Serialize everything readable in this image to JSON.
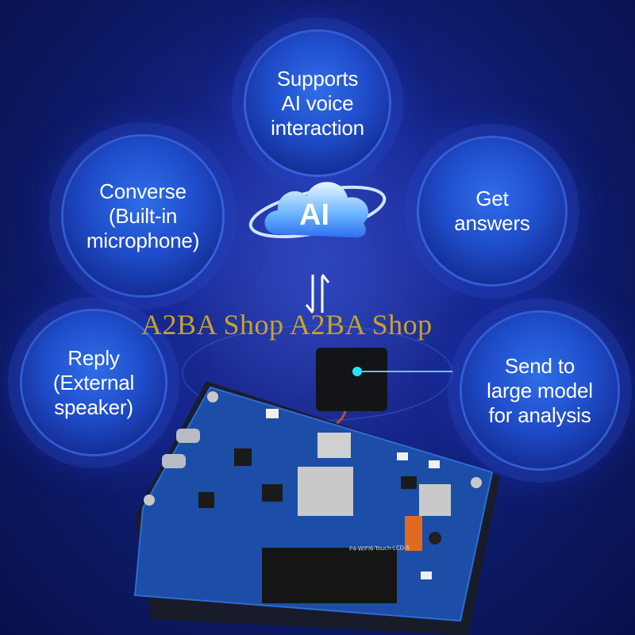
{
  "bubbles": {
    "top": "Supports\nAI voice\ninteraction",
    "left": "Converse\n(Built-in\nmicrophone)",
    "right": "Get\nanswers",
    "bottom_left": "Reply\n(External\nspeaker)",
    "bottom_right": "Send to\nlarge model\nfor analysis"
  },
  "ai_icon": {
    "label": "AI",
    "icon": "ai-cloud-icon"
  },
  "watermark": "A2BA Shop A2BA Shop",
  "board": {
    "silkscreen": "P4-WIFI6-Touch-LCD-5",
    "icon": "circuit-board-image"
  },
  "colors": {
    "background": "#16258a",
    "bubble": "#1f4cc9",
    "watermark": "#c9a227"
  }
}
